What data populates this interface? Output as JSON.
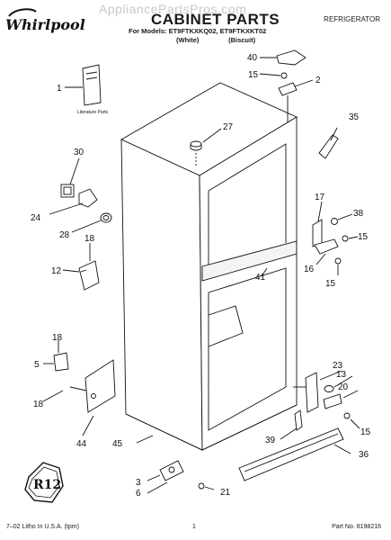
{
  "header": {
    "brand": "Whirlpool",
    "watermark": "AppliancePartsPros.com",
    "title": "CABINET PARTS",
    "appliance": "REFRIGERATOR",
    "models_line": "For Models: ET9FTKXKQ02, ET9FTKXKT02",
    "color_white": "(White)",
    "color_biscuit": "(Biscuit)"
  },
  "literature_label": "Literature Parts",
  "badge_text": "R12",
  "callouts": [
    "1",
    "2",
    "3",
    "5",
    "6",
    "12",
    "13",
    "15",
    "15",
    "15",
    "15",
    "16",
    "17",
    "18",
    "18",
    "18",
    "20",
    "21",
    "23",
    "24",
    "27",
    "28",
    "30",
    "35",
    "36",
    "38",
    "39",
    "40",
    "41",
    "44",
    "45"
  ],
  "footer": {
    "left": "7–02 Litho In U.S.A. (tpm)",
    "page": "1",
    "part_no": "Part No. 8198216"
  }
}
